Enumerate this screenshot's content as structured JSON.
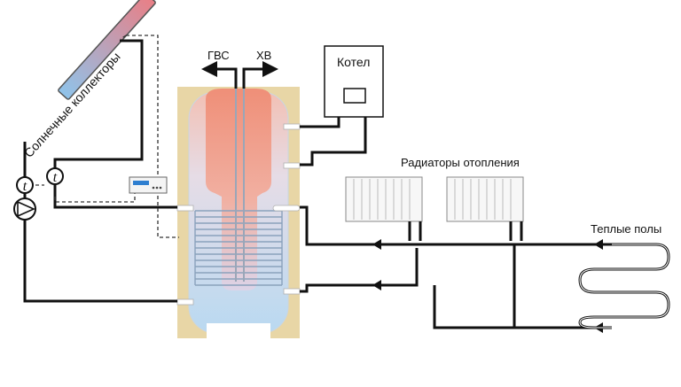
{
  "labels": {
    "solar_collectors": "Солнечные коллекторы",
    "hot_water": "ГВС",
    "cold_water": "ХВ",
    "boiler": "Котел",
    "radiators": "Радиаторы отопления",
    "floor_heating": "Теплые полы"
  },
  "icons": {
    "sensor_symbol": "t",
    "sensor": "temperature-sensor-icon",
    "pump": "circulation-pump-icon",
    "controller": "solar-controller-icon"
  },
  "colors": {
    "pipe": "#111111",
    "insulation": "#e8d6a6",
    "tank_water": "#cfe3f4",
    "hot_zone": "#ef8f78",
    "collector_hot": "#e97f86",
    "collector_cold": "#8fc3ea",
    "controller_display": "#2f7fd0"
  }
}
